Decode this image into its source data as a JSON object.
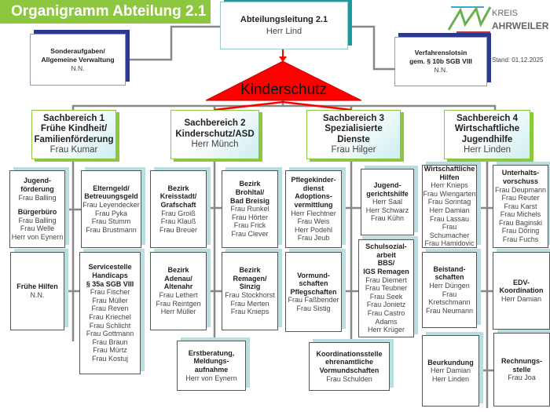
{
  "title": "Organigramm Abteilung 2.1",
  "stand": "Stand: 01.12.2025",
  "logo": {
    "line1": "KREIS",
    "line2": "AHRWEILER",
    "colors": [
      "#3aa9d8",
      "#6ab04c",
      "#b5393b"
    ]
  },
  "kinderschutz": {
    "label": "Kinderschutz",
    "color": "#ff0000"
  },
  "colors": {
    "banner": "#8dc63f",
    "top_shadow": "#1a9ba0",
    "side_shadow": "#2b3a8f",
    "unit_shadow": "#b7dfe2"
  },
  "boxes": [
    {
      "id": "leitung",
      "kind": "top",
      "title": [
        "Abteilungsleitung 2.1"
      ],
      "names": [
        "Herr Lind"
      ]
    },
    {
      "id": "sonder",
      "kind": "side",
      "title": [
        "Sonderaufgaben/",
        "Allgemeine Verwaltung"
      ],
      "names": [
        "N.N."
      ]
    },
    {
      "id": "lotsin",
      "kind": "side",
      "title": [
        "Verfahrenslotsin",
        "gem. § 10b SGB VIII"
      ],
      "names": [
        "N.N."
      ]
    },
    {
      "id": "sb1",
      "kind": "sb",
      "title": [
        "Sachbereich 1",
        "Frühe Kindheit/",
        "Familienförderung"
      ],
      "names": [
        "Frau Kumar"
      ]
    },
    {
      "id": "sb2",
      "kind": "sb",
      "title": [
        "Sachbereich 2",
        "Kinderschutz/ASD"
      ],
      "names": [
        "Herr Münch"
      ]
    },
    {
      "id": "sb3",
      "kind": "sb",
      "title": [
        "Sachbereich 3",
        "Spezialisierte Dienste"
      ],
      "names": [
        "Frau Hilger"
      ]
    },
    {
      "id": "sb4",
      "kind": "sb",
      "title": [
        "Sachbereich 4",
        "Wirtschaftliche",
        "Jugendhilfe"
      ],
      "names": [
        "Herr Linden"
      ]
    },
    {
      "id": "jugendfoerderung",
      "kind": "unit",
      "title": [
        "Jugend-",
        "förderung"
      ],
      "names": [
        "Frau Balling"
      ],
      "title2": [
        "Bürgerbüro"
      ],
      "names2": [
        "Frau Balling",
        "Frau Welle",
        "Herr von Eynern"
      ]
    },
    {
      "id": "elterngeld",
      "kind": "unit",
      "title": [
        "Elterngeld/",
        "Betreuungsgeld"
      ],
      "names": [
        "Frau Leyendecker",
        "Frau Pyka",
        "Frau Stumm",
        "Frau Brustmann"
      ]
    },
    {
      "id": "fruehehilfen",
      "kind": "unit",
      "title": [
        "Frühe  Hilfen"
      ],
      "names": [
        "N.N."
      ]
    },
    {
      "id": "servicestelle",
      "kind": "unit",
      "title": [
        "Servicestelle",
        "Handicaps",
        "§ 35a SGB  VIII"
      ],
      "names": [
        "Frau Fischer",
        "Frau Müller",
        "Frau Reven",
        "Frau Kriechel",
        "Frau Schlicht",
        "Frau Gottmann",
        "Frau Braun",
        "Frau Mürtz",
        "Frau Kostuj"
      ]
    },
    {
      "id": "kreisstadt",
      "kind": "unit",
      "title": [
        "Bezirk",
        "Kreisstadt/",
        "Grafschaft"
      ],
      "names": [
        "Frau Groiß",
        "Frau Klauß",
        "Frau Breuer"
      ]
    },
    {
      "id": "brohltal",
      "kind": "unit",
      "title": [
        "Bezirk",
        "Brohltal/",
        "Bad  Breisig"
      ],
      "names": [
        "Frau Runkel",
        "Frau Hörter",
        "Frau Frick",
        "Frau Clever"
      ]
    },
    {
      "id": "adenau",
      "kind": "unit",
      "title": [
        "Bezirk",
        "Adenau/",
        "Altenahr"
      ],
      "names": [
        "Frau Lethert",
        "Frau Reintgen",
        "Herr Müller"
      ]
    },
    {
      "id": "remagen",
      "kind": "unit",
      "title": [
        "Bezirk",
        "Remagen/",
        "Sinzig"
      ],
      "names": [
        "Frau Stockhorst",
        "Frau Merten",
        "Frau Knieps"
      ]
    },
    {
      "id": "erstberatung",
      "kind": "unit",
      "title": [
        "Erstberatung,",
        "Meldungs-",
        "aufnahme"
      ],
      "names": [
        "Herr von Eynern"
      ]
    },
    {
      "id": "pflegekinder",
      "kind": "unit",
      "title": [
        "Pflegekinder-",
        "dienst",
        "Adoptions-",
        "vermittlung"
      ],
      "names": [
        "Herr Flechtner",
        "Frau Weis",
        "Herr Podehl",
        "Frau Jeub"
      ]
    },
    {
      "id": "jgh",
      "kind": "unit",
      "title": [
        "Jugend-",
        "gerichtshilfe"
      ],
      "names": [
        "Herr Saal",
        "Herr Schwarz",
        "Frau Kühn"
      ]
    },
    {
      "id": "vormundschaften",
      "kind": "unit",
      "title": [
        "Vormund-",
        "schaften",
        "Pflegschaften"
      ],
      "names": [
        "Frau Faßbender",
        "Frau Sistig"
      ]
    },
    {
      "id": "schulsozial",
      "kind": "unit",
      "title": [
        "Schulsozial-",
        "arbeit",
        "BBS/",
        "IGS  Remagen"
      ],
      "names": [
        "Frau Diemert",
        "Frau  Teubner",
        "Frau Seek",
        "Frau Jonietz",
        "Frau Castro",
        "Adams",
        "Herr Krüger"
      ]
    },
    {
      "id": "koordination",
      "kind": "unit",
      "title": [
        "Koordinationsstelle",
        "ehrenamtliche",
        "Vormundschaften"
      ],
      "names": [
        "Frau Schulden"
      ]
    },
    {
      "id": "wirtschaftlich",
      "kind": "unit",
      "title": [
        "Wirtschaftliche",
        "Hilfen"
      ],
      "names": [
        "Herr Knieps",
        "Frau Wiengarten",
        "Frau Sonntag",
        "Herr Damian",
        "Frau Lassau",
        "Frau Schumacher",
        "Frau Hamidovic"
      ]
    },
    {
      "id": "unterhalt",
      "kind": "unit",
      "title": [
        "Unterhalts-",
        "vorschuss"
      ],
      "names": [
        "Frau Deupmann",
        "Frau Reuter",
        "Frau Karst",
        "Frau Michels",
        "Frau Baginski",
        "Frau Döring",
        "Frau Fuchs"
      ]
    },
    {
      "id": "beistand",
      "kind": "unit",
      "title": [
        "Beistand-",
        "schaften"
      ],
      "names": [
        "Herr Düngen",
        "Frau",
        "Kretschmann",
        "Frau Neumann"
      ]
    },
    {
      "id": "edv",
      "kind": "unit",
      "title": [
        "EDV-",
        "Koordination"
      ],
      "names": [
        "Herr Damian"
      ]
    },
    {
      "id": "beurkundung",
      "kind": "unit",
      "title": [
        "Beurkundung"
      ],
      "names": [
        "Herr Damian",
        "Herr Linden"
      ]
    },
    {
      "id": "rechnung",
      "kind": "unit",
      "title": [
        "Rechnungs-",
        "stelle"
      ],
      "names": [
        "Frau Joa"
      ]
    }
  ]
}
